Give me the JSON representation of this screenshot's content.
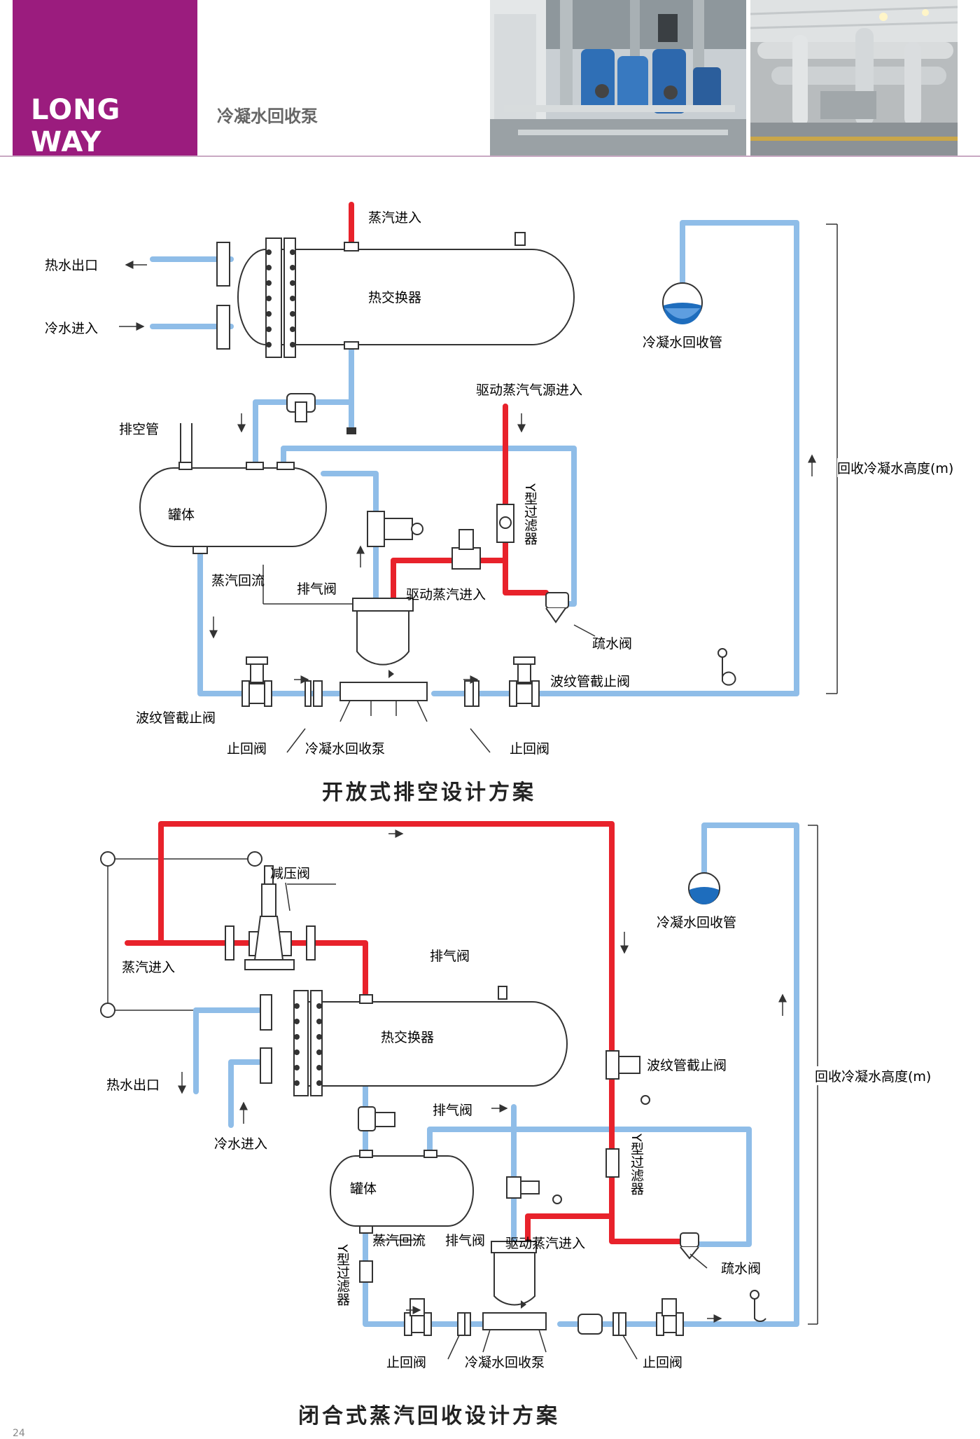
{
  "header": {
    "brand": "LONG WAY",
    "product": "冷凝水回收泵"
  },
  "colors": {
    "brand": "#9b1c7e",
    "steam": "#e8222b",
    "water": "#8fbde8",
    "line": "#333333"
  },
  "open_diagram": {
    "title": "开放式排空设计方案",
    "labels": {
      "steam_in": "蒸汽进入",
      "hot_water_out": "热水出口",
      "cold_water_in": "冷水进入",
      "heat_exchanger": "热交换器",
      "recovery_pipe": "冷凝水回收管",
      "drive_steam_source": "驱动蒸汽气源进入",
      "vent_pipe": "排空管",
      "tank": "罐体",
      "y_strainer": "Y型过滤器",
      "steam_return": "蒸汽回流",
      "vent_valve": "排气阀",
      "drive_steam_in": "驱动蒸汽进入",
      "trap": "疏水阀",
      "bellows_valve_right": "波纹管截止阀",
      "bellows_valve_left": "波纹管截止阀",
      "check_valve_left": "止回阀",
      "pump": "冷凝水回收泵",
      "check_valve_right": "止回阀",
      "height": "回收冷凝水高度(m)"
    }
  },
  "closed_diagram": {
    "title": "闭合式蒸汽回收设计方案",
    "labels": {
      "pressure_reducer": "减压阀",
      "steam_in": "蒸汽进入",
      "vent_valve_top": "排气阀",
      "heat_exchanger": "热交换器",
      "recovery_pipe": "冷凝水回收管",
      "bellows_valve": "波纹管截止阀",
      "height": "回收冷凝水高度(m)",
      "hot_water_out": "热水出口",
      "cold_water_in": "冷水进入",
      "vent_valve_mid": "排气阀",
      "y_strainer_right": "Y型过滤器",
      "tank": "罐体",
      "steam_return": "蒸汽回流",
      "vent_valve_low": "排气阀",
      "drive_steam_in": "驱动蒸汽进入",
      "trap": "疏水阀",
      "y_strainer_left": "Y型过滤器",
      "check_valve_left": "止回阀",
      "pump": "冷凝水回收泵",
      "check_valve_right": "止回阀"
    }
  },
  "page_number": "24"
}
